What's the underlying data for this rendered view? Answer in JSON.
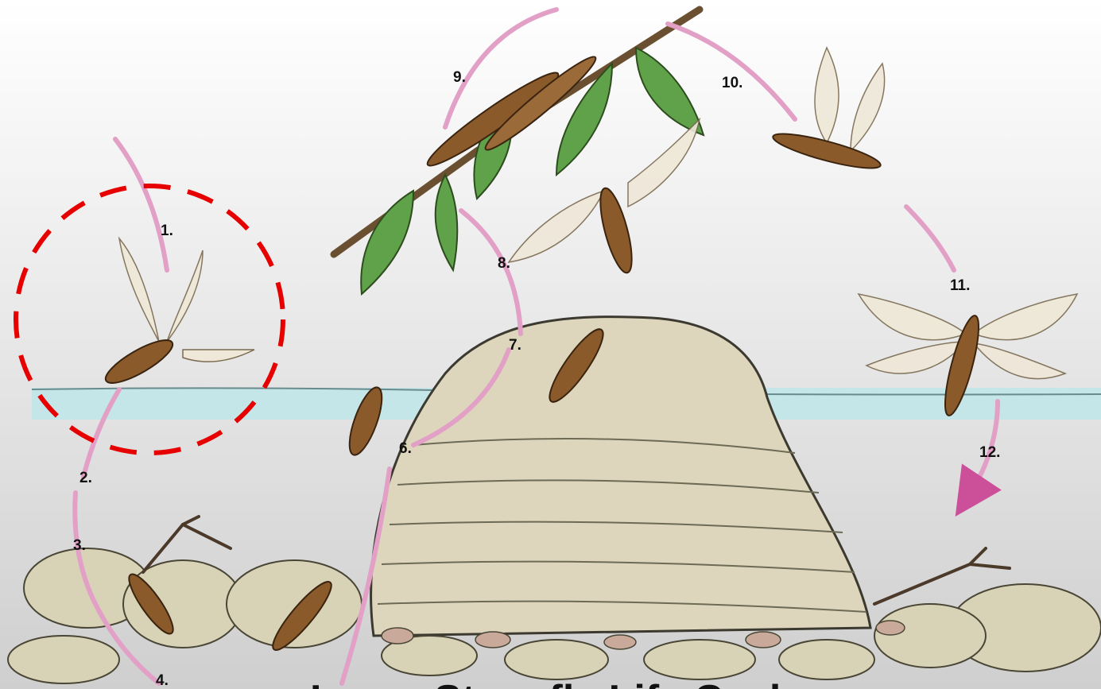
{
  "figure": {
    "caption": "Large Stonefly Life Cycle",
    "stage_labels": [
      "1.",
      "2.",
      "3.",
      "4.",
      "6.",
      "7.",
      "8.",
      "9.",
      "10.",
      "11.",
      "12."
    ],
    "highlight": {
      "style": "dashed-circle",
      "color": "#e60000",
      "encloses_stage": "1."
    },
    "colors": {
      "background": "#e4e4e4",
      "water": "#bfe6ea",
      "arrow": "#e2a0c6",
      "rock": "#ddd6bc",
      "leaf": "#5fa24a",
      "insect": "#8a5a2a"
    }
  }
}
